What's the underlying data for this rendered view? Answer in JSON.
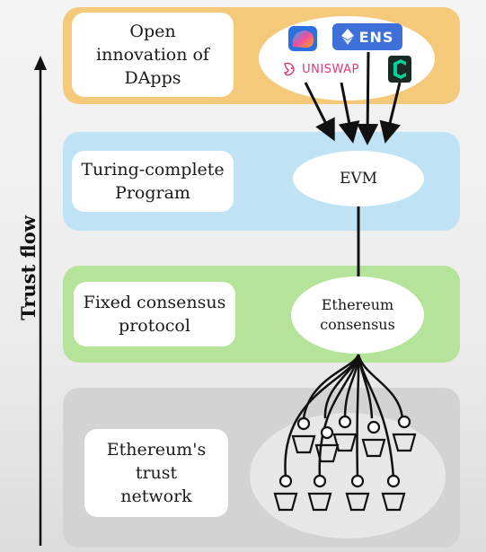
{
  "trust_axis": {
    "label": "Trust flow"
  },
  "layers": {
    "dapps": {
      "label": "Open\ninnovation of\nDApps",
      "color": "#f5c97a"
    },
    "program": {
      "label": "Turing-complete\nProgram",
      "node": "EVM",
      "color": "#bfe3f4"
    },
    "consensus": {
      "label": "Fixed consensus\nprotocol",
      "node": "Ethereum\nconsensus",
      "color": "#b5e39a"
    },
    "network": {
      "label": "Ethereum's\ntrust\nnetwork",
      "color": "#d3d3d3"
    }
  },
  "logos": {
    "ens": "ENS",
    "uniswap": "UNISWAP",
    "ens_color": "#3f6fd8",
    "compound_color": "#1b2a24",
    "compound_accent": "#00d395",
    "uniswap_color": "#e0357a"
  }
}
